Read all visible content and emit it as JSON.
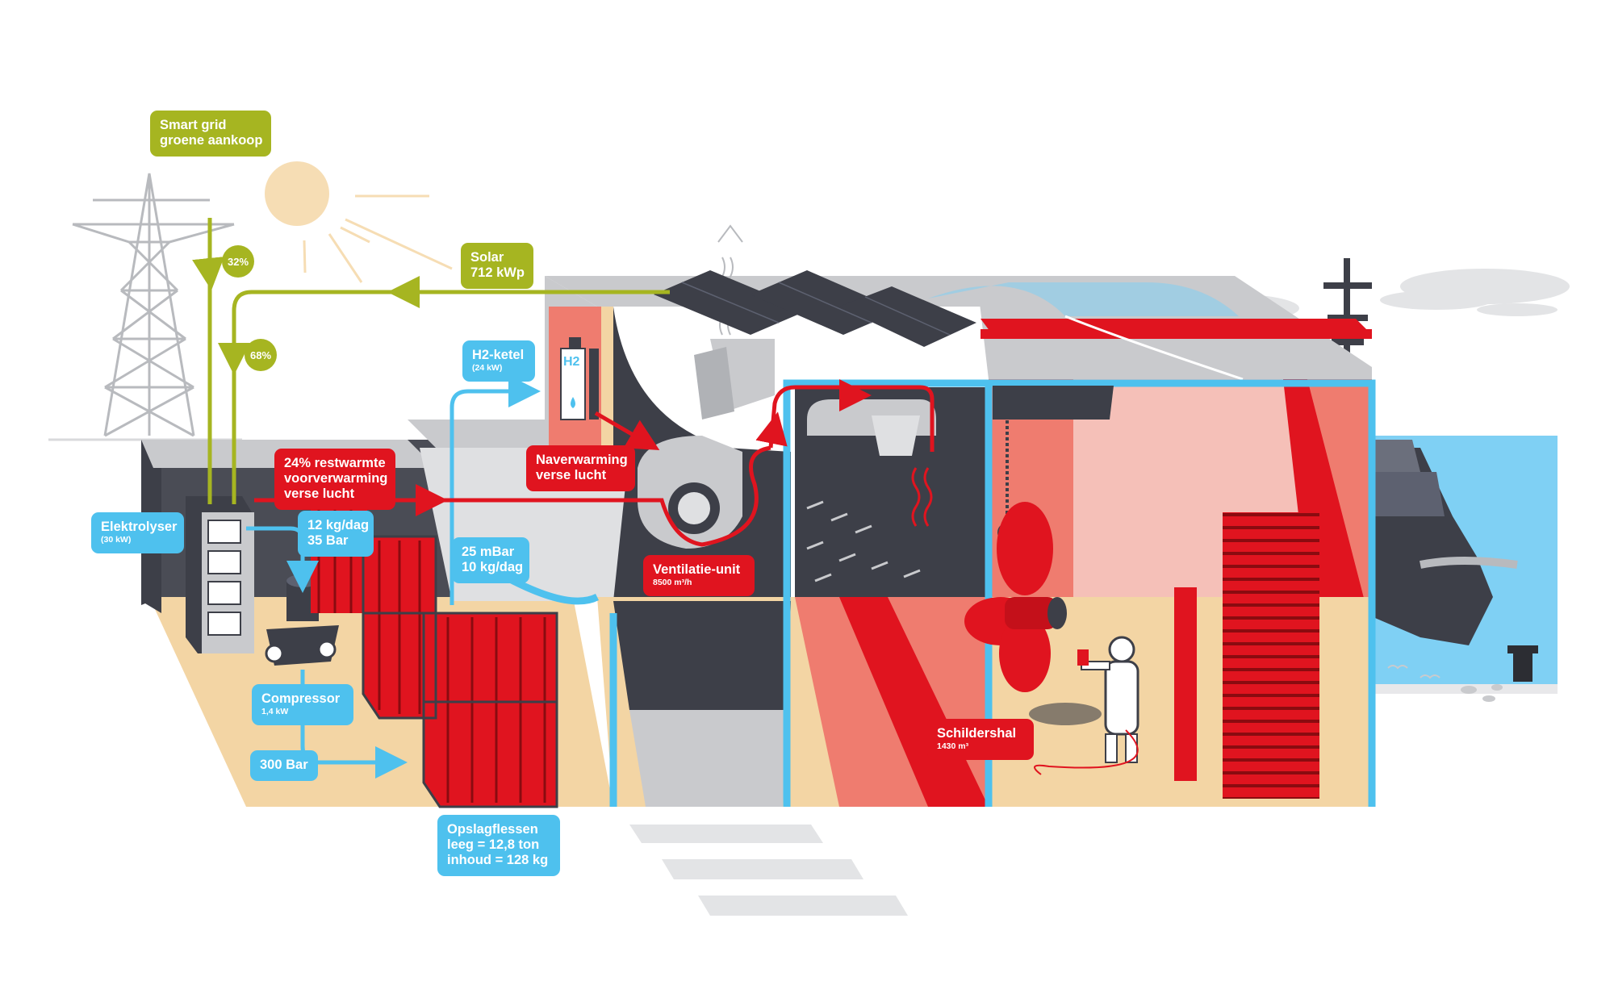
{
  "labels": {
    "smart_grid": [
      "Smart grid",
      "groene aankoop"
    ],
    "pct_32": "32%",
    "pct_68": "68%",
    "solar": [
      "Solar",
      "712 kWp"
    ],
    "h2_ketel": {
      "title": "H2-ketel",
      "sub": "(24 kW)"
    },
    "elektrolyser": {
      "title": "Elektrolyser",
      "sub": "(30 kW)"
    },
    "restwarmte": [
      "24% restwarmte",
      "voorverwarming",
      "verse lucht"
    ],
    "kgdag_35bar": [
      "12 kg/dag",
      "35 Bar"
    ],
    "mbar": [
      "25 mBar",
      "10 kg/dag"
    ],
    "naverwarming": [
      "Naverwarming",
      "verse lucht"
    ],
    "ventilatie": {
      "title": "Ventilatie-unit",
      "sub": "8500 m³/h"
    },
    "compressor": {
      "title": "Compressor",
      "sub": "1,4 kW"
    },
    "bar300": "300 Bar",
    "opslagflessen": [
      "Opslagflessen",
      "leeg = 12,8 ton",
      "inhoud = 128 kg"
    ],
    "schildershal": {
      "title": "Schildershal",
      "sub": "1430 m³"
    },
    "h2_tank_text": "H2"
  },
  "colors": {
    "green": "#a6b521",
    "blue": "#4ec1ee",
    "red": "#e0141f",
    "dark": "#3d3f48",
    "grey": "#c9cacd",
    "sand": "#f3d5a4",
    "salmon": "#ef7c6f",
    "pink": "#f5c0b8",
    "sea": "#7fd0f4",
    "sun": "#f6ddb4"
  }
}
